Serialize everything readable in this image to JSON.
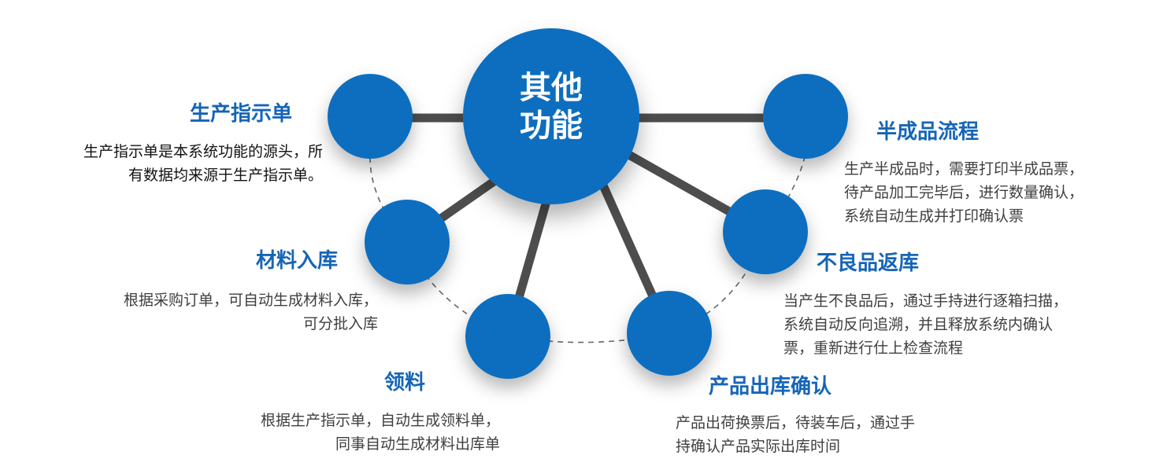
{
  "center": {
    "line1": "其他",
    "line2": "功能"
  },
  "features": [
    {
      "title": "生产指示单",
      "lines": [
        "生产指示单是本系统功能的源头，所",
        "有数据均来源于生产指示单。"
      ]
    },
    {
      "title": "材料入库",
      "lines": [
        "根据采购订单，可自动生成材料入库，",
        "可分批入库"
      ]
    },
    {
      "title": "领料",
      "lines": [
        "根据生产指示单，自动生成领料单，",
        "同事自动生成材料出库单"
      ]
    },
    {
      "title": "产品出库确认",
      "lines": [
        "产品出荷换票后，待装车后，通过手",
        "持确认产品实际出库时间"
      ]
    },
    {
      "title": "不良品返库",
      "lines": [
        "当产生不良品后，通过手持进行逐箱扫描，",
        "系统自动反向追溯，并且释放系统内确认",
        "票，重新进行仕上检查流程"
      ]
    },
    {
      "title": "半成品流程",
      "lines": [
        "生产半成品时，需要打印半成品票，",
        "待产品加工完毕后，进行数量确认，",
        "系统自动生成并打印确认票"
      ]
    }
  ],
  "colors": {
    "node_blue": "#0d6ebf",
    "title_blue": "#1565b7",
    "connector": "#4d4d4d",
    "arc": "#666666"
  }
}
